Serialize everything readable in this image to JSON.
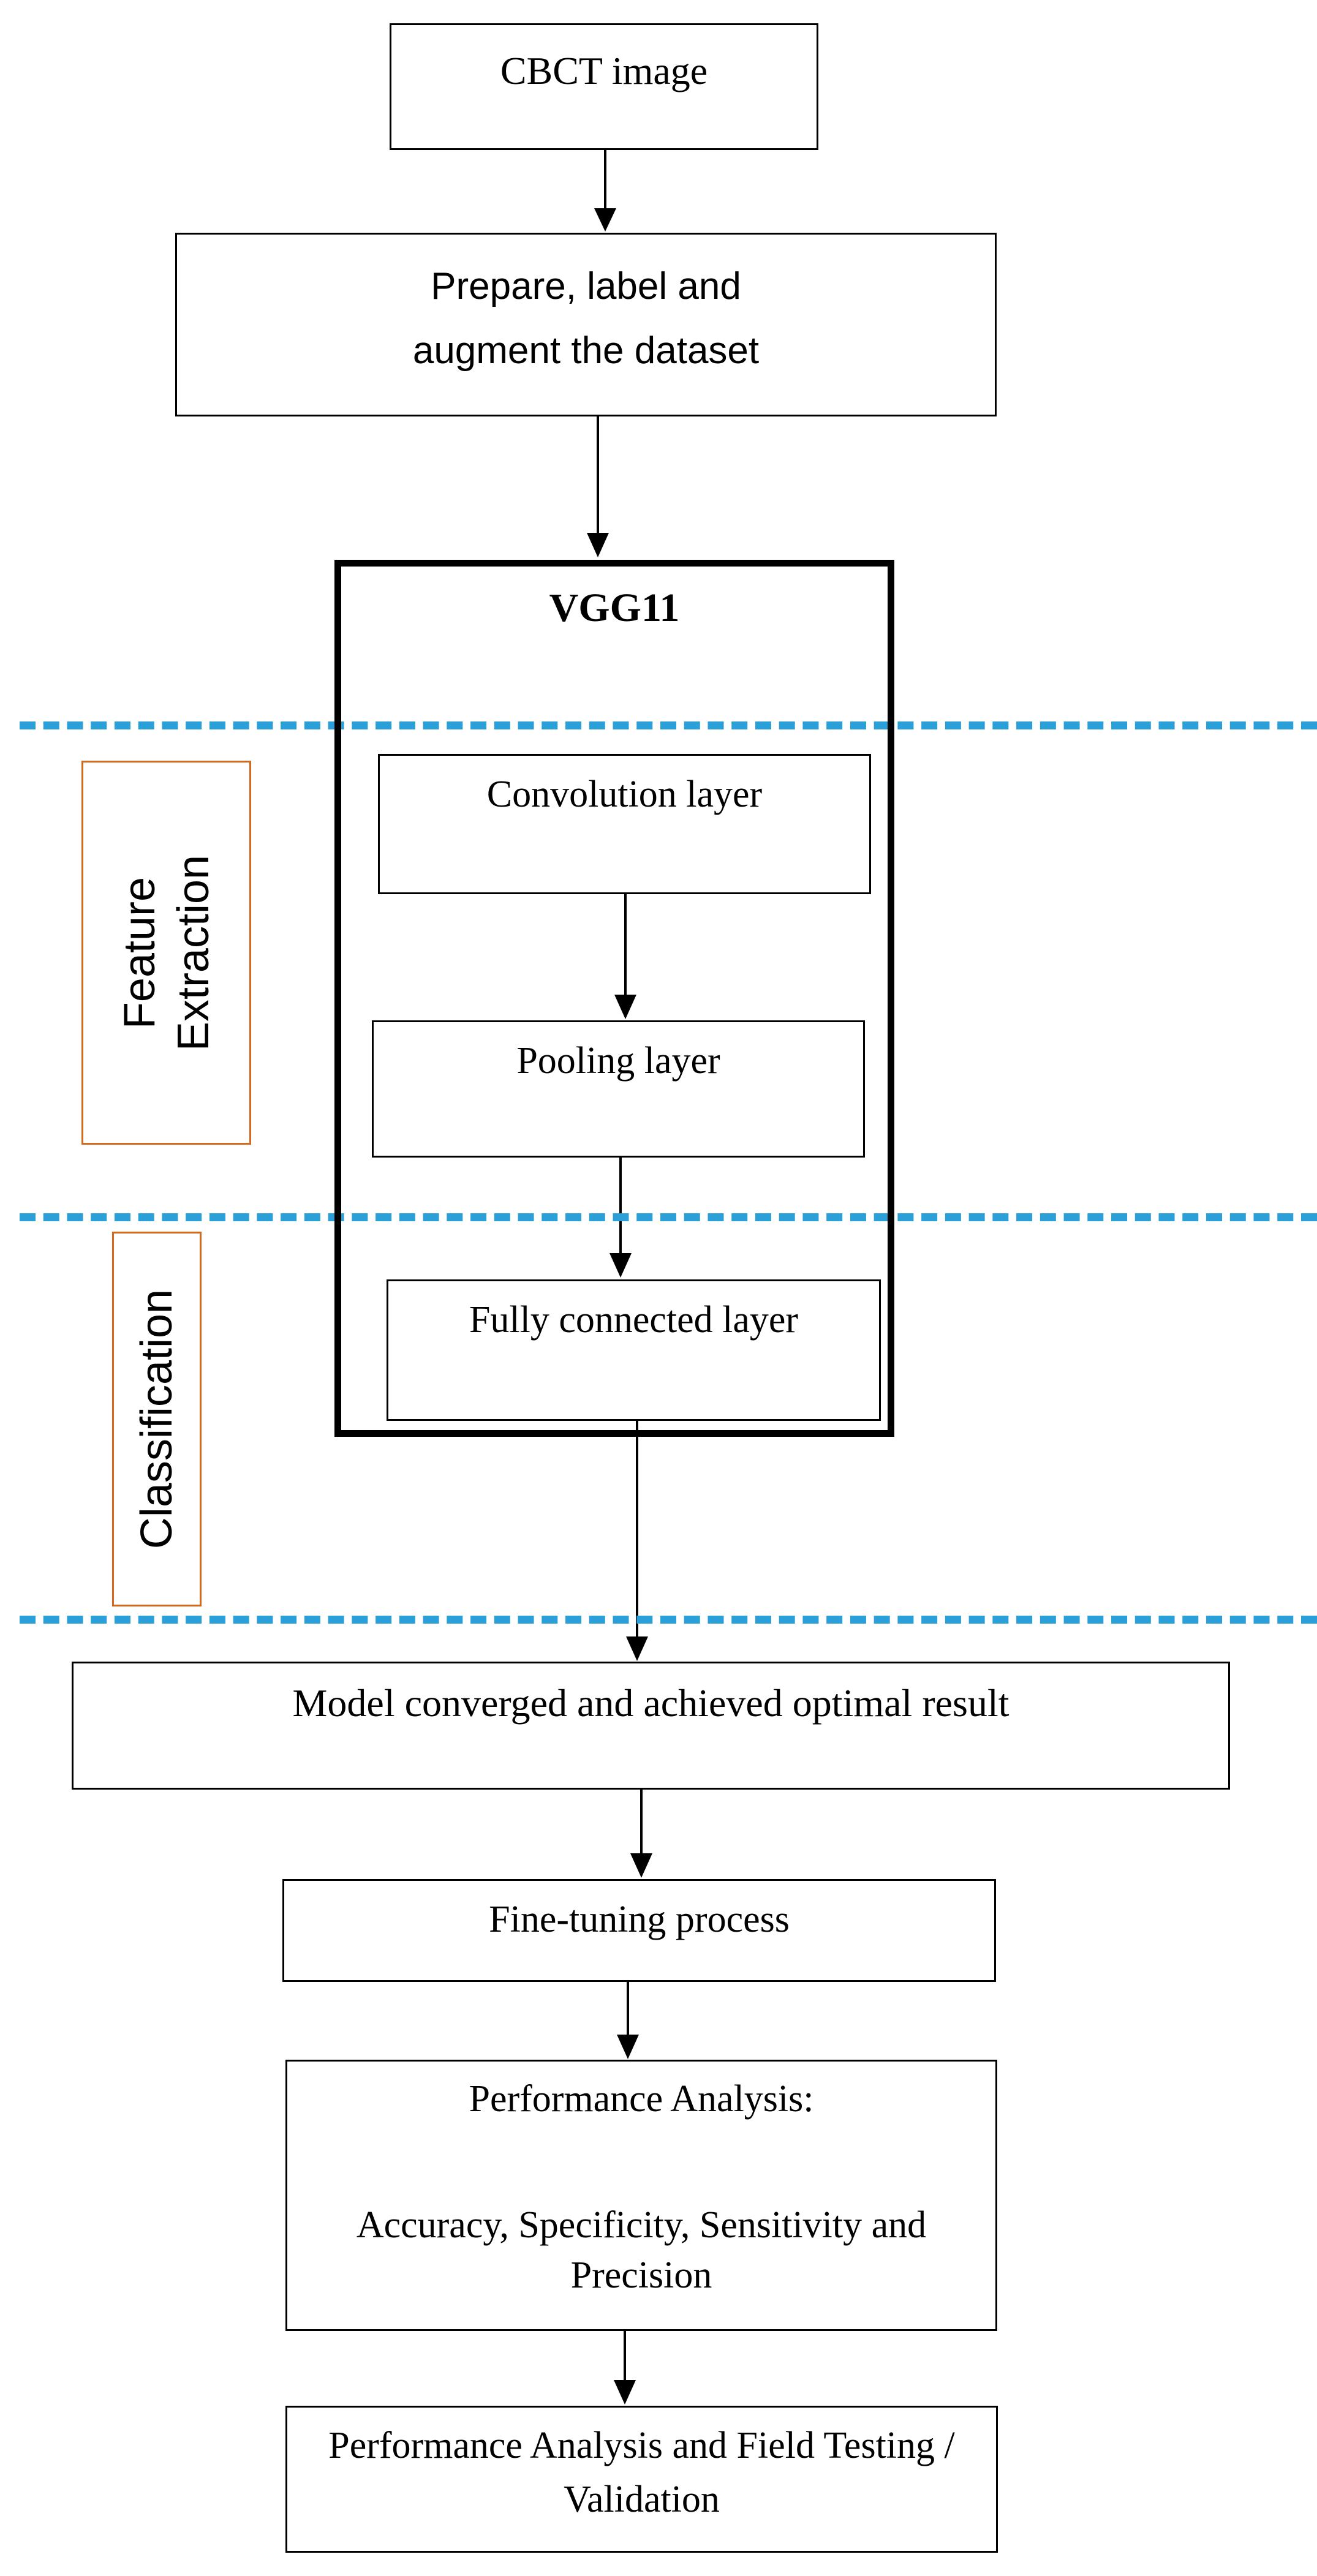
{
  "nodes": {
    "cbct": "CBCT image",
    "prepare": "Prepare, label and augment the dataset",
    "vgg": "VGG11",
    "conv": "Convolution layer",
    "pool": "Pooling layer",
    "fc": "Fully connected layer",
    "converged": "Model converged and achieved optimal result",
    "finetune": "Fine-tuning process",
    "perf_title": "Performance Analysis:",
    "perf_metrics": "Accuracy, Specificity, Sensitivity and Precision",
    "validation": "Performance Analysis and Field Testing / Validation"
  },
  "sections": {
    "feature_line1": "Feature",
    "feature_line2": "Extraction",
    "classification": "Classification"
  },
  "colors": {
    "divider": "#2a9fd8",
    "section_border": "#d2691e",
    "box_border": "#000000"
  }
}
